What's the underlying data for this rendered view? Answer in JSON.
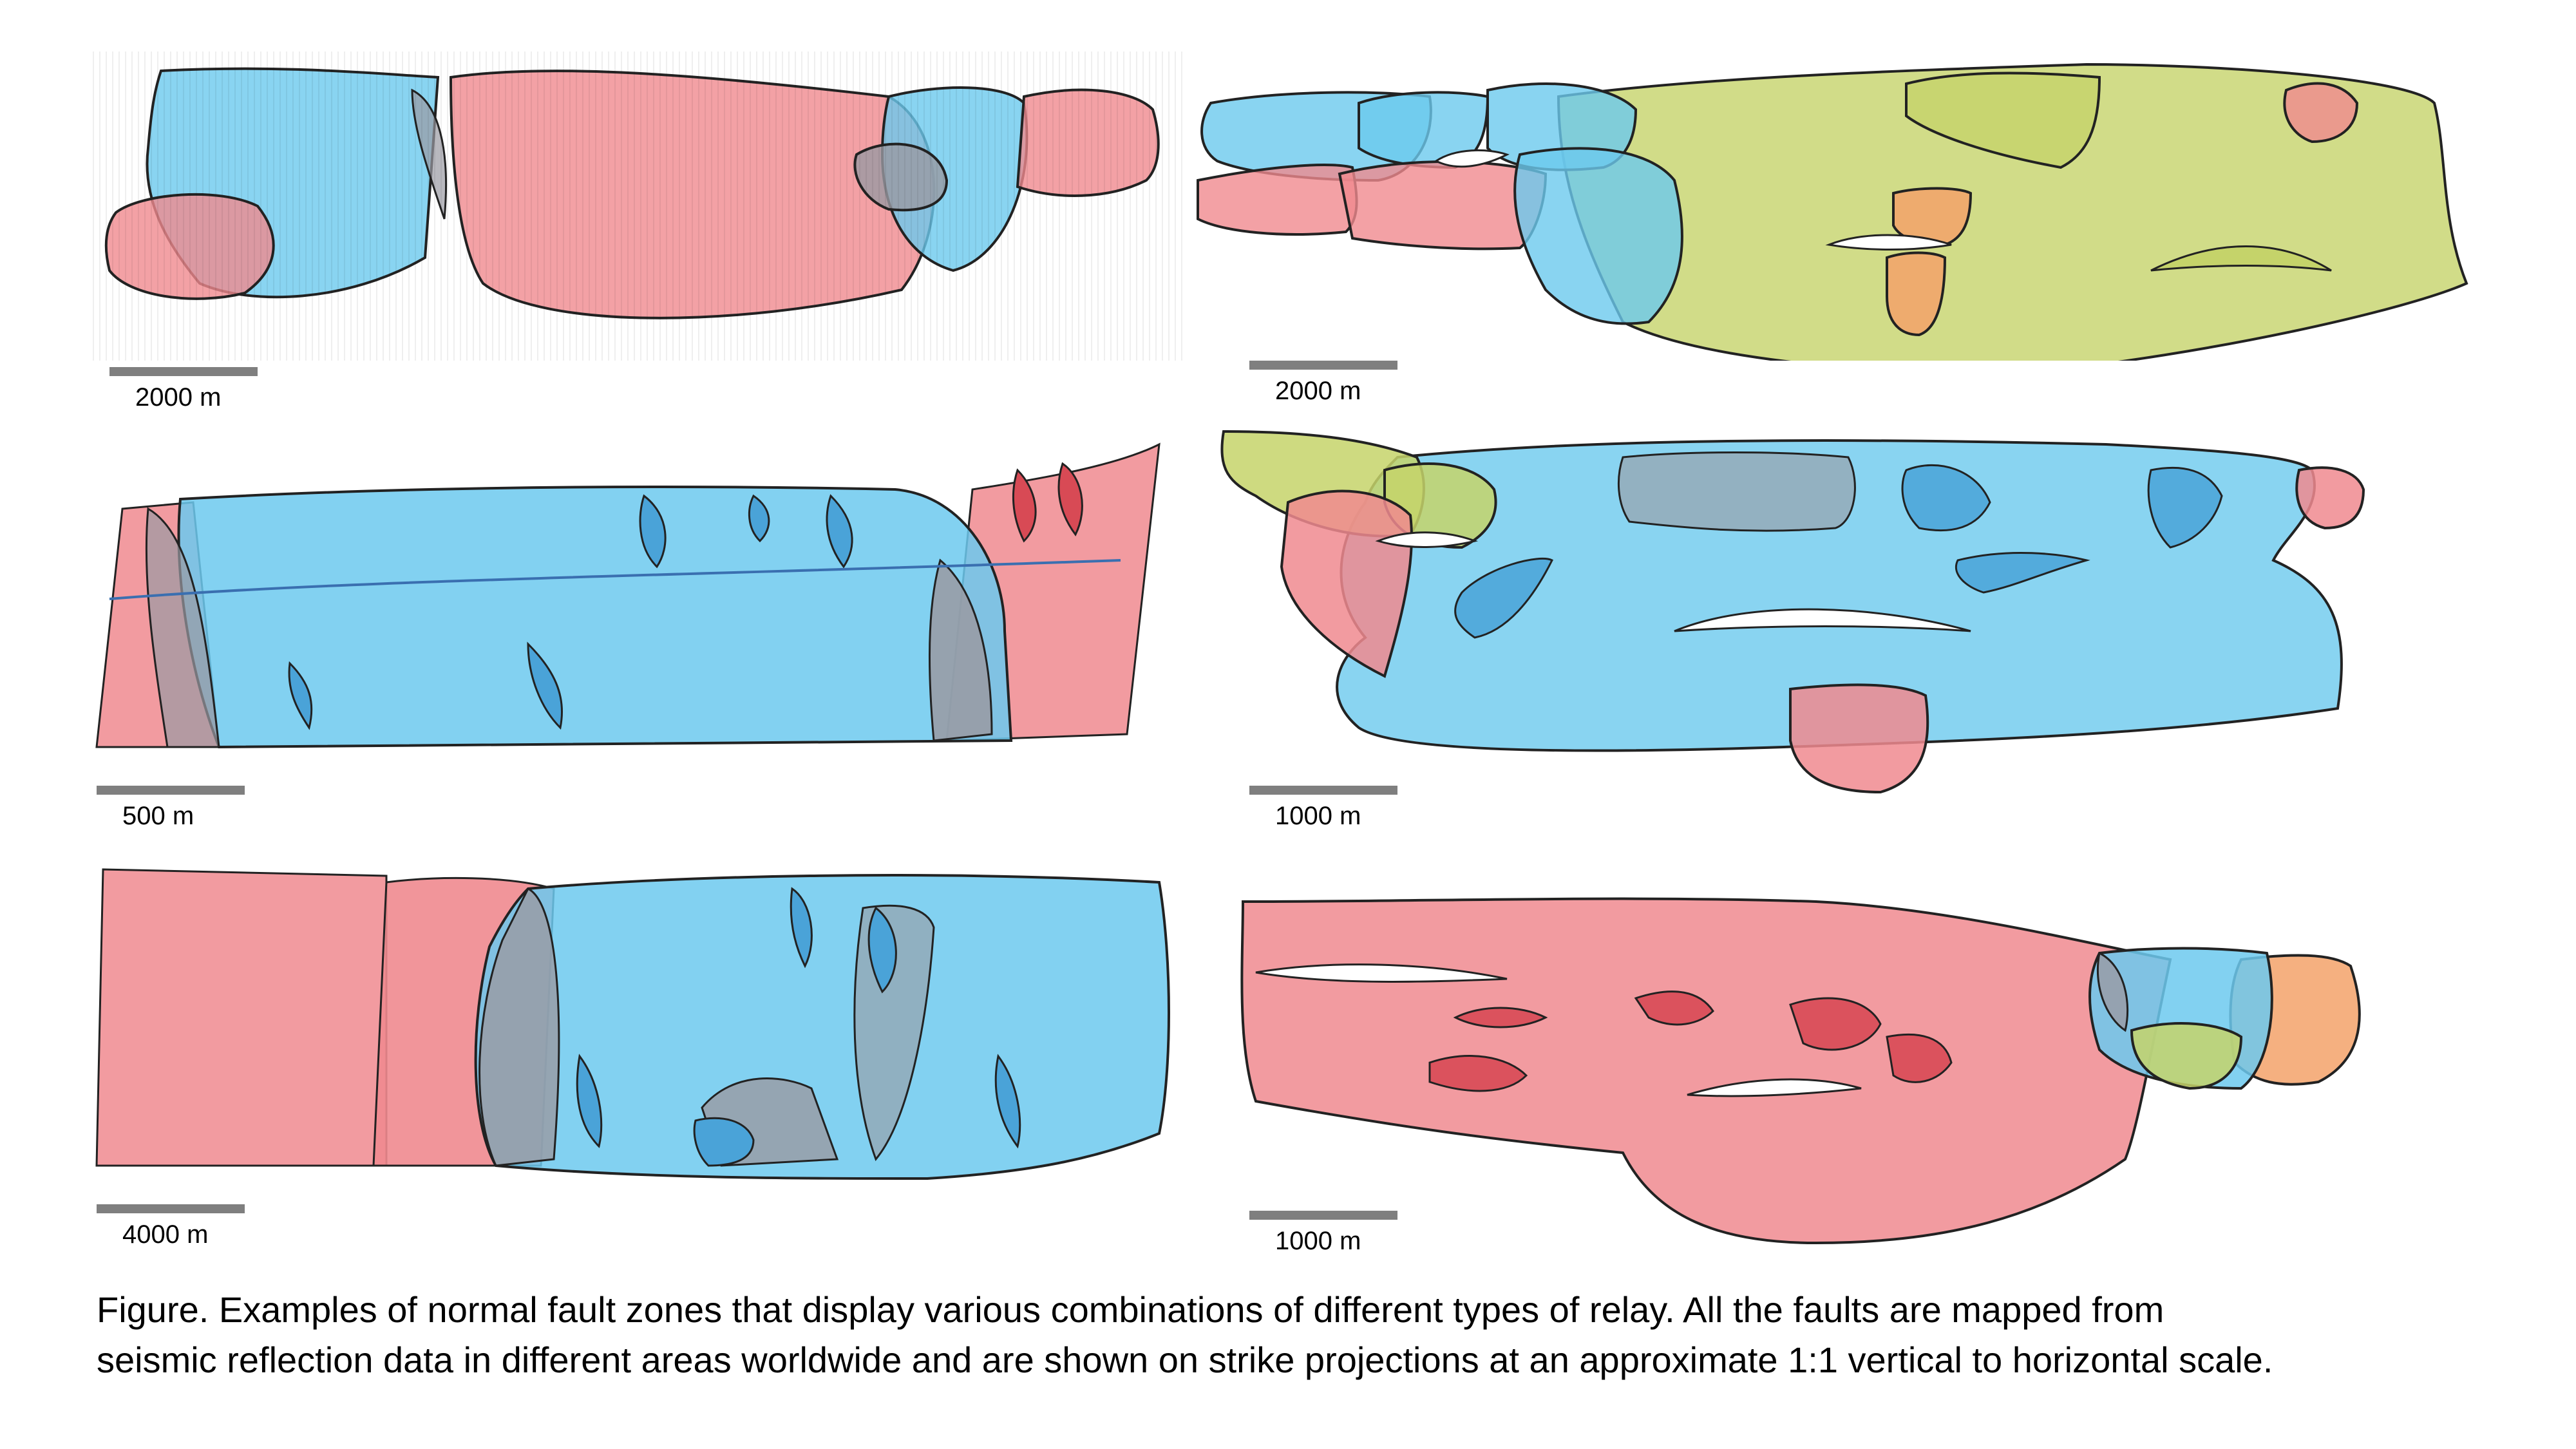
{
  "panels": [
    {
      "id": "a",
      "scale_label": "2000 m"
    },
    {
      "id": "b",
      "scale_label": "2000 m"
    },
    {
      "id": "c",
      "scale_label": "500 m"
    },
    {
      "id": "d",
      "scale_label": "1000 m"
    },
    {
      "id": "e",
      "scale_label": "4000 m"
    },
    {
      "id": "f",
      "scale_label": "1000 m"
    }
  ],
  "caption": {
    "line1": "Figure. Examples of normal fault zones that display various combinations of different types of relay. All the faults are mapped from",
    "line2": "seismic reflection data in different areas worldwide and are shown on strike projections at an approximate 1:1 vertical to horizontal scale."
  },
  "colors": {
    "red": "#f08a8f",
    "blue": "#6cc9ee",
    "olive": "#c5d36a",
    "orange": "#f3a26a",
    "overlap": "#9a9aa2",
    "outline": "#222222",
    "scalebar": "#7f7f7f"
  }
}
